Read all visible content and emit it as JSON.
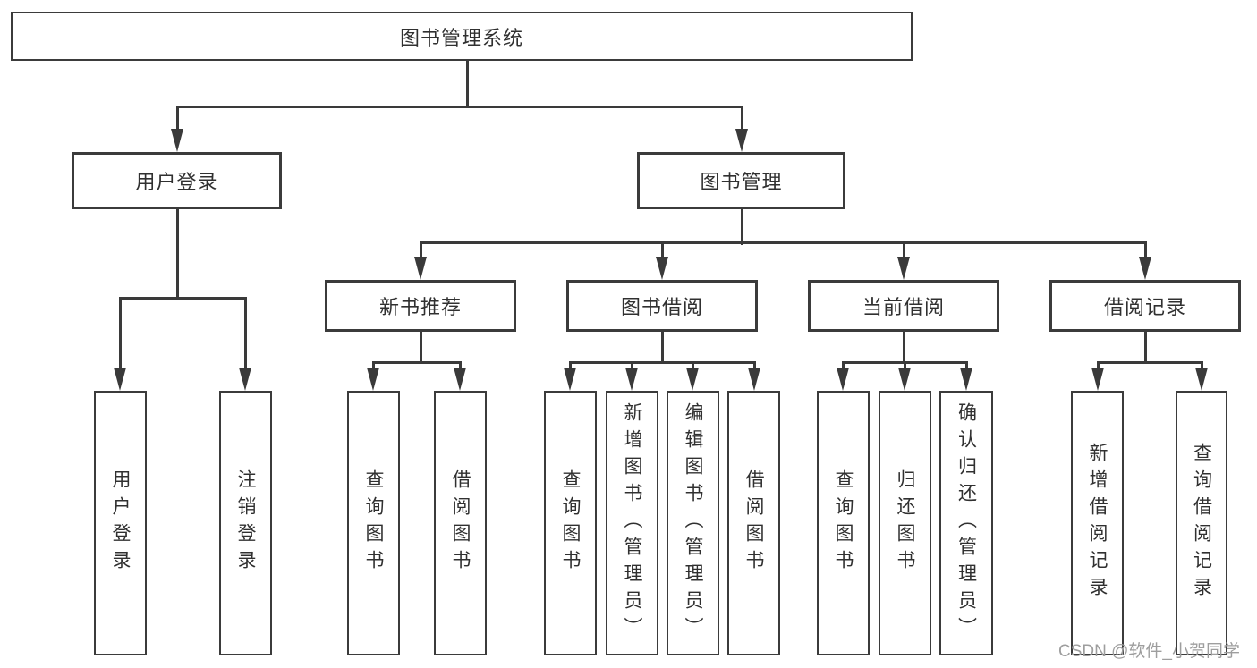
{
  "tree": {
    "root": "图书管理系统",
    "level2": [
      "用户登录",
      "图书管理"
    ],
    "level3": [
      "新书推荐",
      "图书借阅",
      "当前借阅",
      "借阅记录"
    ],
    "leaves": {
      "user_login": [
        "用户登录",
        "注销登录"
      ],
      "new_books": [
        "查询图书",
        "借阅图书"
      ],
      "borrowing": [
        "查询图书",
        "新增图书（管理员）",
        "编辑图书（管理员）",
        "借阅图书"
      ],
      "current": [
        "查询图书",
        "归还图书",
        "确认归还（管理员）"
      ],
      "records": [
        "新增借阅记录",
        "查询借阅记录"
      ]
    }
  },
  "watermark": "CSDN @软件_小贺同学",
  "colors": {
    "line": "#3a3a3a",
    "box_border": "#3b3b3b",
    "box_bg": "#ffffff",
    "text": "#303030",
    "watermark": "#9e9e9e"
  }
}
